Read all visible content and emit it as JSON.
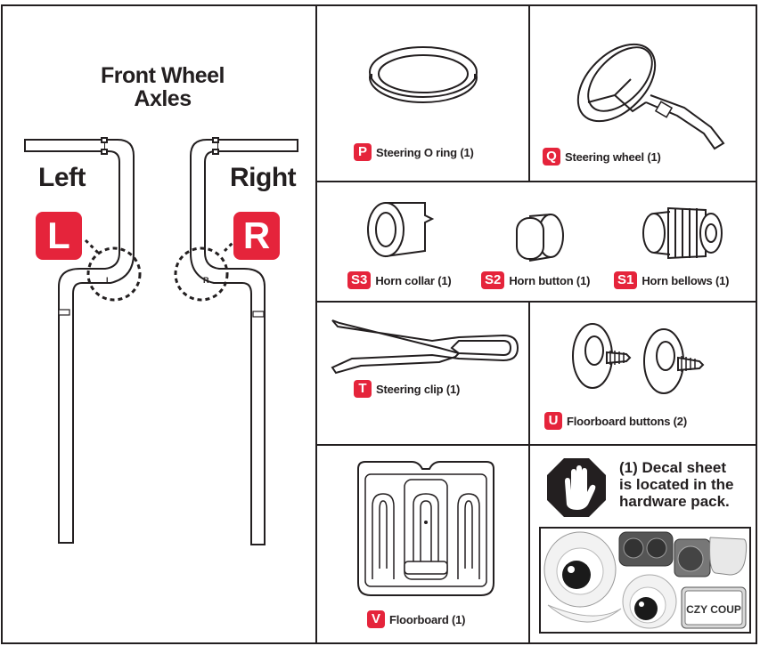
{
  "axles": {
    "title_line1": "Front Wheel",
    "title_line2": "Axles",
    "left_label": "Left",
    "left_letter": "L",
    "left_mark": "L",
    "right_label": "Right",
    "right_letter": "R",
    "right_mark": "R"
  },
  "parts": [
    {
      "code": "P",
      "caption": "Steering O ring (1)"
    },
    {
      "code": "Q",
      "caption": "Steering wheel (1)"
    },
    {
      "code": "S3",
      "caption": "Horn collar (1)"
    },
    {
      "code": "S2",
      "caption": "Horn button (1)"
    },
    {
      "code": "S1",
      "caption": "Horn bellows (1)"
    },
    {
      "code": "T",
      "caption": "Steering clip (1)"
    },
    {
      "code": "U",
      "caption": "Floorboard buttons (2)"
    },
    {
      "code": "V",
      "caption": "Floorboard (1)"
    }
  ],
  "decal_note": {
    "line1": "(1) Decal sheet",
    "line2": "is located in the",
    "line3": "hardware pack."
  },
  "decal_sheet": {
    "plate_text": "CZY COUP"
  },
  "colors": {
    "badge_red": "#e5243b",
    "ink": "#231f20"
  },
  "icons": {
    "decal_icon": "stop-hand-icon"
  }
}
